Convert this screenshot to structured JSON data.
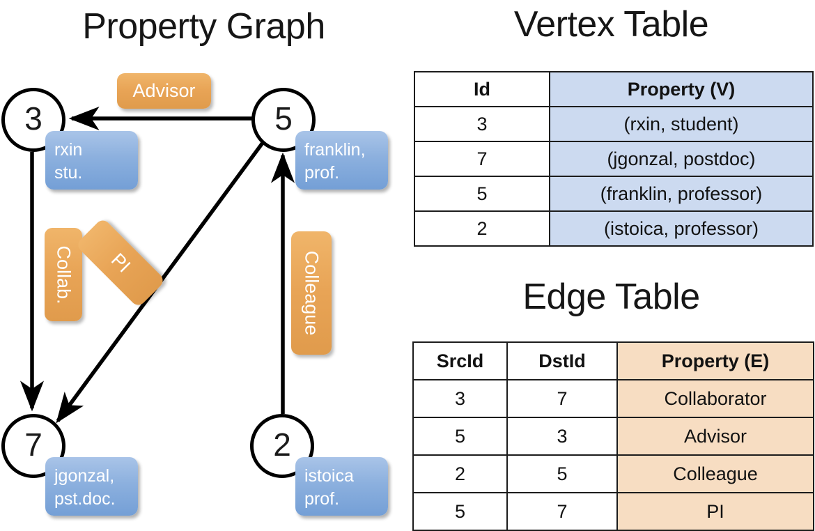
{
  "titles": {
    "property_graph": "Property Graph",
    "vertex_table": "Vertex Table",
    "edge_table": "Edge Table"
  },
  "colors": {
    "vertex_property_fill": "#ccdaf0",
    "edge_property_fill": "#f7ddc2",
    "vertex_prop_box": "#8cb0de",
    "edge_label_box": "#e8a456",
    "stroke": "#000000"
  },
  "graph": {
    "nodes": [
      {
        "id": "3",
        "property_line1": "rxin",
        "property_line2": "stu."
      },
      {
        "id": "5",
        "property_line1": "franklin,",
        "property_line2": "prof."
      },
      {
        "id": "7",
        "property_line1": "jgonzal,",
        "property_line2": "pst.doc."
      },
      {
        "id": "2",
        "property_line1": "istoica",
        "property_line2": "prof."
      }
    ],
    "edge_labels": [
      {
        "name": "advisor",
        "text": "Advisor"
      },
      {
        "name": "collab",
        "text": "Collab."
      },
      {
        "name": "pi",
        "text": "PI"
      },
      {
        "name": "colleague",
        "text": "Colleague"
      }
    ],
    "edges": [
      {
        "from": "5",
        "to": "3",
        "label": "Advisor"
      },
      {
        "from": "3",
        "to": "7",
        "label": "Collab."
      },
      {
        "from": "5",
        "to": "7",
        "label": "PI"
      },
      {
        "from": "2",
        "to": "5",
        "label": "Colleague"
      }
    ]
  },
  "vertex_table": {
    "headers": [
      "Id",
      "Property (V)"
    ],
    "rows": [
      {
        "id": "3",
        "property": "(rxin, student)"
      },
      {
        "id": "7",
        "property": "(jgonzal, postdoc)"
      },
      {
        "id": "5",
        "property": "(franklin, professor)"
      },
      {
        "id": "2",
        "property": "(istoica, professor)"
      }
    ]
  },
  "edge_table": {
    "headers": [
      "SrcId",
      "DstId",
      "Property (E)"
    ],
    "rows": [
      {
        "src": "3",
        "dst": "7",
        "property": "Collaborator"
      },
      {
        "src": "5",
        "dst": "3",
        "property": "Advisor"
      },
      {
        "src": "2",
        "dst": "5",
        "property": "Colleague"
      },
      {
        "src": "5",
        "dst": "7",
        "property": "PI"
      }
    ]
  }
}
